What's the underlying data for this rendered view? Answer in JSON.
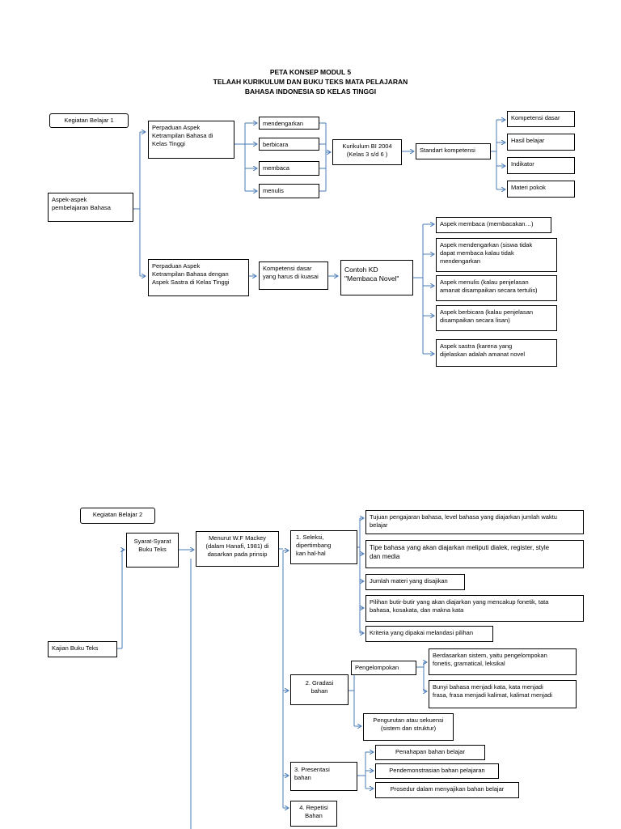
{
  "title": {
    "line1": "PETA KONSEP MODUL 5",
    "line2": "TELAAH KURIKULUM DAN BUKU TEKS MATA PELAJARAN",
    "line3": "BAHASA INDONESIA SD KELAS TINGGI"
  },
  "kb1": {
    "label": "Kegiatan Belajar 1",
    "root": "Aspek-aspek\npembelajaran Bahasa",
    "perpaduan1": "Perpaduan Aspek\nKetrampilan Bahasa di\nKelas Tinggi",
    "skills": [
      "mendengarkan",
      "berbicara",
      "membaca",
      "menulis"
    ],
    "kurikulum": "Kurikulum BI 2004\n(Kelas 3 s/d 6 )",
    "standar": "Standart kompetensi",
    "standar_children": [
      "Kompetensi dasar",
      "Hasil belajar",
      "Indikator",
      "Materi pokok"
    ],
    "perpaduan2": "Perpaduan  Aspek\nKetrampilan Bahasa dengan\nAspek Sastra di Kelas Tinggi",
    "kompetensi": "Kompetensi dasar\nyang harus di kuasai",
    "contoh": "Contoh KD\n\"Membaca Novel\"",
    "aspek": [
      "Aspek membaca (membacakan…)",
      "Aspek mendengarkan (siswa tidak\ndapat membaca kalau tidak\nmendengarkan",
      "Aspek menulis (kalau penjelasan\namanat disampaikan secara tertulis)",
      "Aspek berbicara (kalau penjelasan\ndisampaikan secara lisan)",
      "Aspek sastra (karena yang\ndijelaskan adalah amanat novel"
    ]
  },
  "kb2": {
    "label": "Kegiatan Belajar 2",
    "root": "Kajian Buku Teks",
    "syarat": "Syarat-Syarat\nBuku Teks",
    "menurut": "Menurut W.F Mackey\n(dalam Hanafi, 1981) di\ndasarkan pada prinsip",
    "seleksi": "1.  Seleksi,\ndipertimbang\nkan hal-hal",
    "seleksi_items": [
      "Tujuan pengajaran bahasa, level bahasa yang diajarkan jumlah waktu\nbelajar",
      "Tipe bahasa yang akan diajarkan meliputi dialek, register, style\ndan media",
      "Jumlah materi yang disajikan",
      "Pilihan butir-butir yang akan diajarkan yang mencakup fonetik, tata\nbahasa, kosakata, dan makna kata",
      "Kriteria yang dipakai melandasi pilihan"
    ],
    "gradasi": "2. Gradasi\nbahan",
    "pengelompokan": "Pengelompokan",
    "pengelompokan_items": [
      "Berdasarkan sistem, yaitu pengelompokan\nfonetis, gramatical, leksikal",
      "Bunyi bahasa menjadi kata, kata menjadi\nfrasa, frasa menjadi kalimat, kalimat menjadi"
    ],
    "pengurutan": "Pengurutan atau sekuensi\n(sistem dan struktur)",
    "presentasi": "3. Presentasi\nbahan",
    "presentasi_items": [
      "Penahapan bahan belajar",
      "Pendemonstrasian bahan pelajaran",
      "Prosedur dalam menyajikan bahan belajar"
    ],
    "repetisi": "4. Repetisi\nBahan"
  }
}
